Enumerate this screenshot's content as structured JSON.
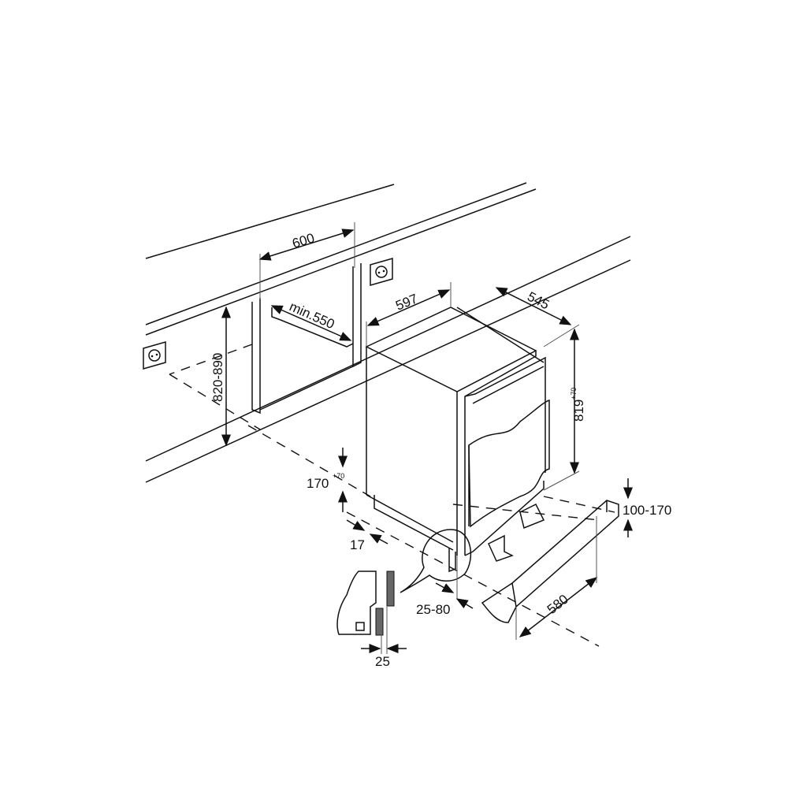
{
  "diagram": {
    "labels": {
      "niche_width": "600",
      "niche_depth": "min.550",
      "appliance_width": "597",
      "appliance_depth": "545",
      "niche_height": "820-890",
      "appliance_height": "819",
      "appliance_height_tol": "+70",
      "plinth_height": "170",
      "plinth_height_tol": "+70",
      "plinth_setback": "17",
      "door_gap": "25-80",
      "detail_width": "25",
      "grille_height": "100-170",
      "grille_width": "580"
    },
    "icons": [
      "power-socket-icon",
      "power-socket-icon",
      "arrow-icon",
      "arrow-icon"
    ]
  }
}
